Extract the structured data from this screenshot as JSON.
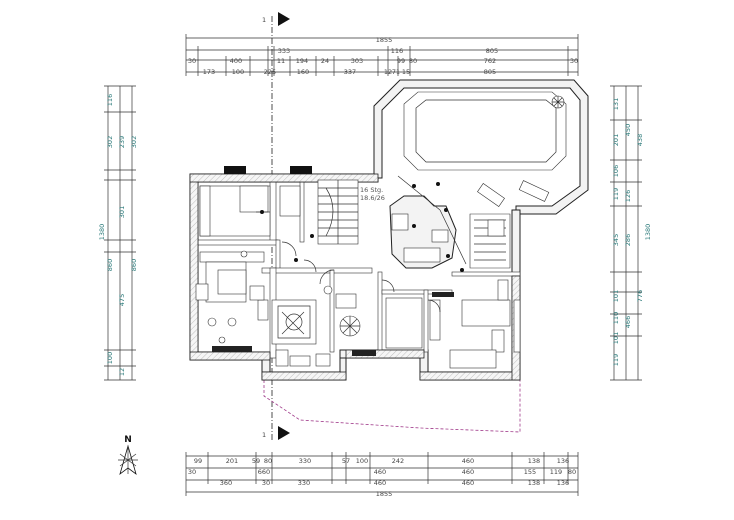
{
  "top_dims": {
    "overall": "1855",
    "row1": [
      "333",
      "116",
      "805"
    ],
    "row2": [
      "30",
      "400",
      "11",
      "194",
      "24",
      "303",
      "99",
      "80",
      "30"
    ],
    "row3": [
      "173",
      "100",
      "225",
      "160",
      "337",
      "12",
      "71",
      "15",
      "762",
      "805"
    ]
  },
  "bottom_dims": {
    "overall": "1855",
    "row1": [
      "99",
      "201",
      "59",
      "80",
      "330",
      "57",
      "100",
      "242",
      "460",
      "138",
      "136"
    ],
    "row2": [
      "30",
      "660",
      "460",
      "460",
      "155",
      "119",
      "80"
    ],
    "row3": [
      "360",
      "30",
      "330",
      "460",
      "460",
      "138",
      "136"
    ]
  },
  "left_dims": {
    "overall": "1380",
    "col1": [
      "116",
      "302",
      "239",
      "301",
      "475",
      "100",
      "12"
    ],
    "col2": [
      "860",
      "860"
    ],
    "col3": [
      "302"
    ]
  },
  "right_dims": {
    "overall": "1380",
    "col1": [
      "131",
      "201",
      "106",
      "119",
      "345",
      "101",
      "110",
      "101",
      "119"
    ],
    "col2": [
      "450",
      "438",
      "126",
      "286",
      "466",
      "776"
    ]
  },
  "stair_label": [
    "16 Stg.",
    "18.6/26"
  ],
  "axis_labels": [
    "1",
    "1"
  ],
  "north_label": "N"
}
